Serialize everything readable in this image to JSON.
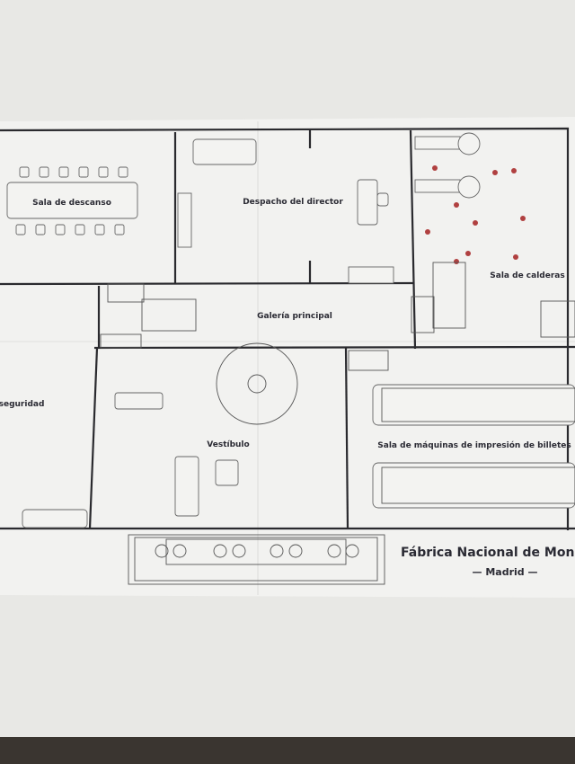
{
  "floor_plan": {
    "rooms": {
      "rest_room": "Sala de descanso",
      "director_office": "Despacho del director",
      "boiler_room": "Sala de calderas",
      "main_gallery": "Galería principal",
      "security_room": "seguridad",
      "lobby": "Vestíbulo",
      "printing_room": "Sala de máquinas de impresión de billetes"
    },
    "title": "Fábrica Nacional de Moneda y Ti",
    "subtitle": "— Madrid —"
  },
  "colors": {
    "paper": "#f2f2f0",
    "walls": "#2a2a2e",
    "valves": "#b04040",
    "table": "#e6e6e3"
  }
}
